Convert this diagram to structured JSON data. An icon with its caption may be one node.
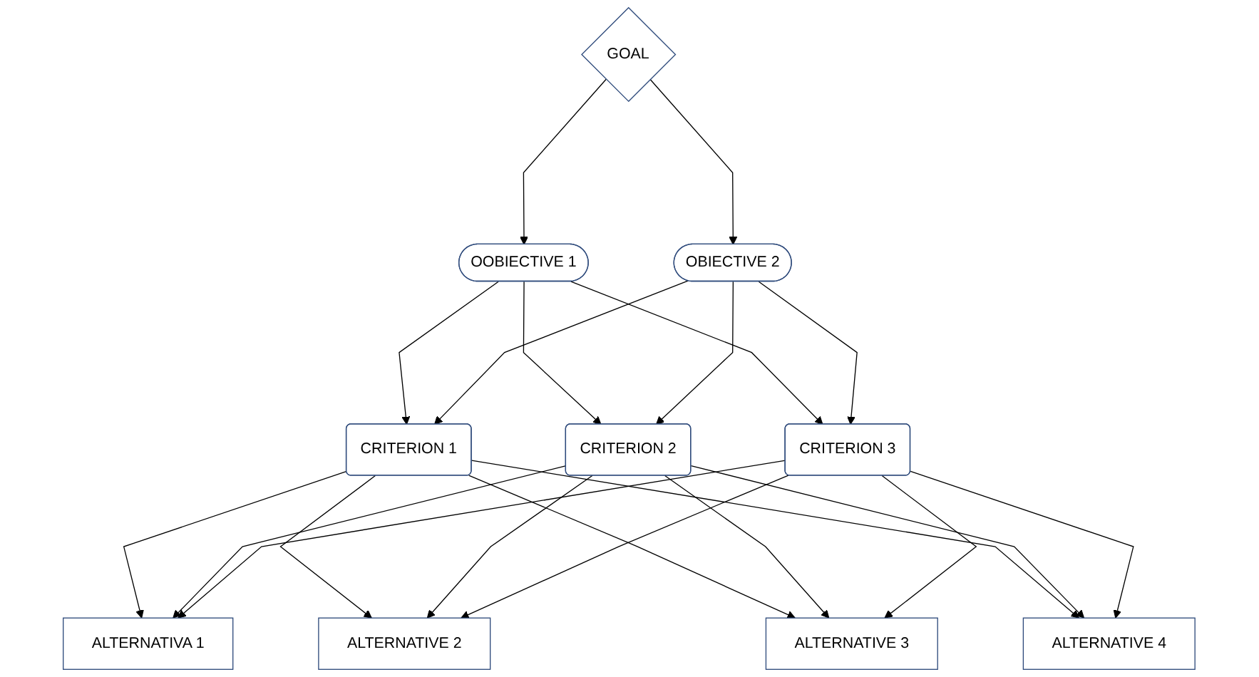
{
  "diagram": {
    "nodes": [
      {
        "text": [
          "GOAL"
        ]
      },
      {
        "text": [
          "OOBIECTIVE 1"
        ]
      },
      {
        "text": [
          "OBIECTIVE 2"
        ]
      },
      {
        "text": [
          "CRITERION 1"
        ]
      },
      {
        "text": [
          "CRITERION 2"
        ]
      },
      {
        "text": [
          "CRITERION 3"
        ]
      },
      {
        "text": [
          "ALTERNATIVA 1"
        ]
      },
      {
        "text": [
          "ALTERNATIVE 2"
        ]
      },
      {
        "text": [
          "ALTERNATIVE 3"
        ]
      },
      {
        "text": [
          "ALTERNATIVE 4"
        ]
      }
    ],
    "edges": [
      {
        "from": 0,
        "to": 1,
        "arrow": "to"
      },
      {
        "from": 0,
        "to": 2,
        "arrow": "to"
      },
      {
        "from": 1,
        "to": 3,
        "arrow": "to"
      },
      {
        "from": 1,
        "to": 4,
        "arrow": "to"
      },
      {
        "from": 1,
        "to": 5,
        "arrow": "to"
      },
      {
        "from": 2,
        "to": 3,
        "arrow": "to"
      },
      {
        "from": 2,
        "to": 4,
        "arrow": "to"
      },
      {
        "from": 2,
        "to": 5,
        "arrow": "to"
      },
      {
        "from": 3,
        "to": 6,
        "arrow": "to"
      },
      {
        "from": 3,
        "to": 7,
        "arrow": "to"
      },
      {
        "from": 3,
        "to": 8,
        "arrow": "to"
      },
      {
        "from": 3,
        "to": 9,
        "arrow": "to"
      },
      {
        "from": 4,
        "to": 6,
        "arrow": "to"
      },
      {
        "from": 4,
        "to": 7,
        "arrow": "to"
      },
      {
        "from": 4,
        "to": 8,
        "arrow": "to"
      },
      {
        "from": 4,
        "to": 9,
        "arrow": "to"
      },
      {
        "from": 5,
        "to": 6,
        "arrow": "to"
      },
      {
        "from": 5,
        "to": 7,
        "arrow": "to"
      },
      {
        "from": 5,
        "to": 8,
        "arrow": "to"
      },
      {
        "from": 5,
        "to": 9,
        "arrow": "to"
      }
    ]
  }
}
